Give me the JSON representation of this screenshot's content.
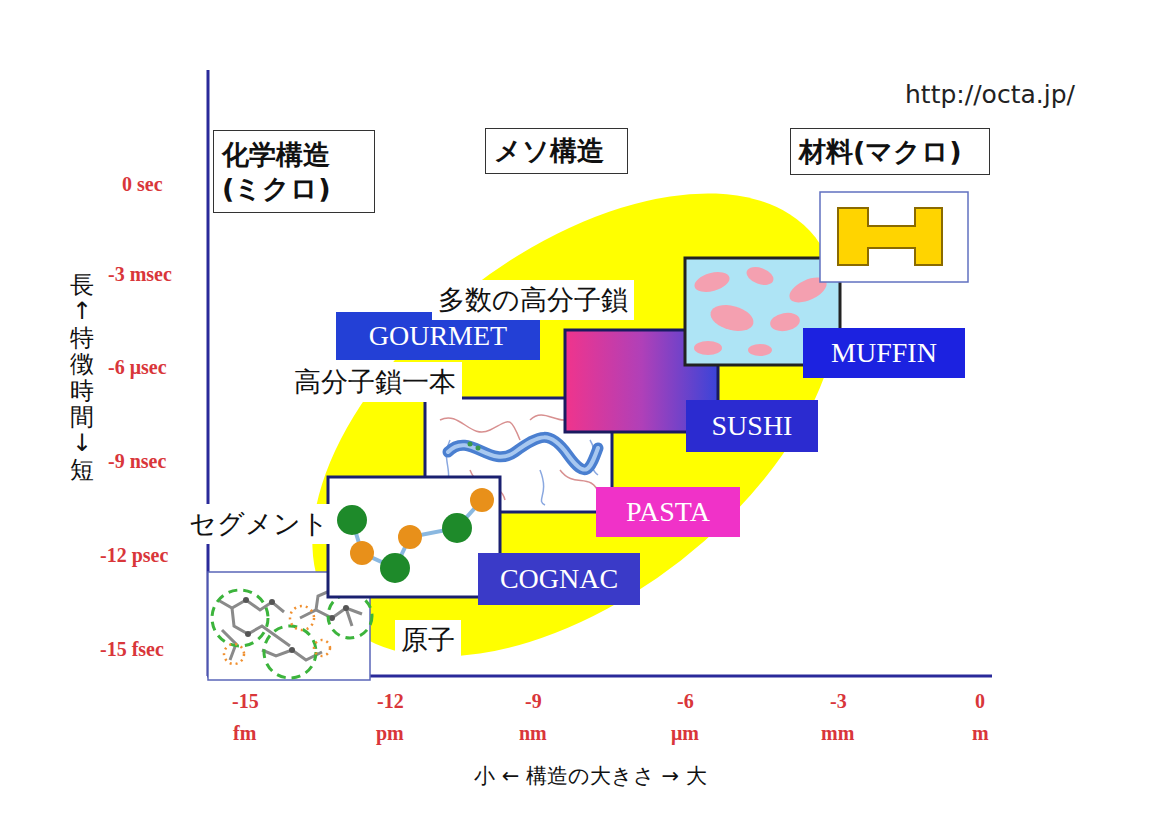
{
  "diagram": {
    "nodes": [
      {
        "text": [
          "化学構造 (ミクロ)"
        ]
      },
      {
        "text": [
          "メソ構造"
        ]
      },
      {
        "text": [
          "材料(マクロ)"
        ]
      },
      {
        "text": [
          "GOURMET"
        ]
      },
      {
        "text": [
          "MUFFIN"
        ]
      },
      {
        "text": [
          "SUSHI"
        ]
      },
      {
        "text": [
          "PASTA"
        ]
      },
      {
        "text": [
          "COGNAC"
        ]
      }
    ],
    "labels": [
      "http://octa.jp/",
      "0 sec",
      "-3 msec",
      "-6 μsec",
      "-9 nsec",
      "-12 psec",
      "-15 fsec",
      "-15",
      "fm",
      "-12",
      "pm",
      "-9",
      "nm",
      "-6",
      "μm",
      "-3",
      "mm",
      "0",
      "m",
      "小 ← 構造の大きさ → 大",
      "長↑特徴時間↓短",
      "多数の高分子鎖",
      "高分子鎖一本",
      "セグメント",
      "原子"
    ]
  }
}
